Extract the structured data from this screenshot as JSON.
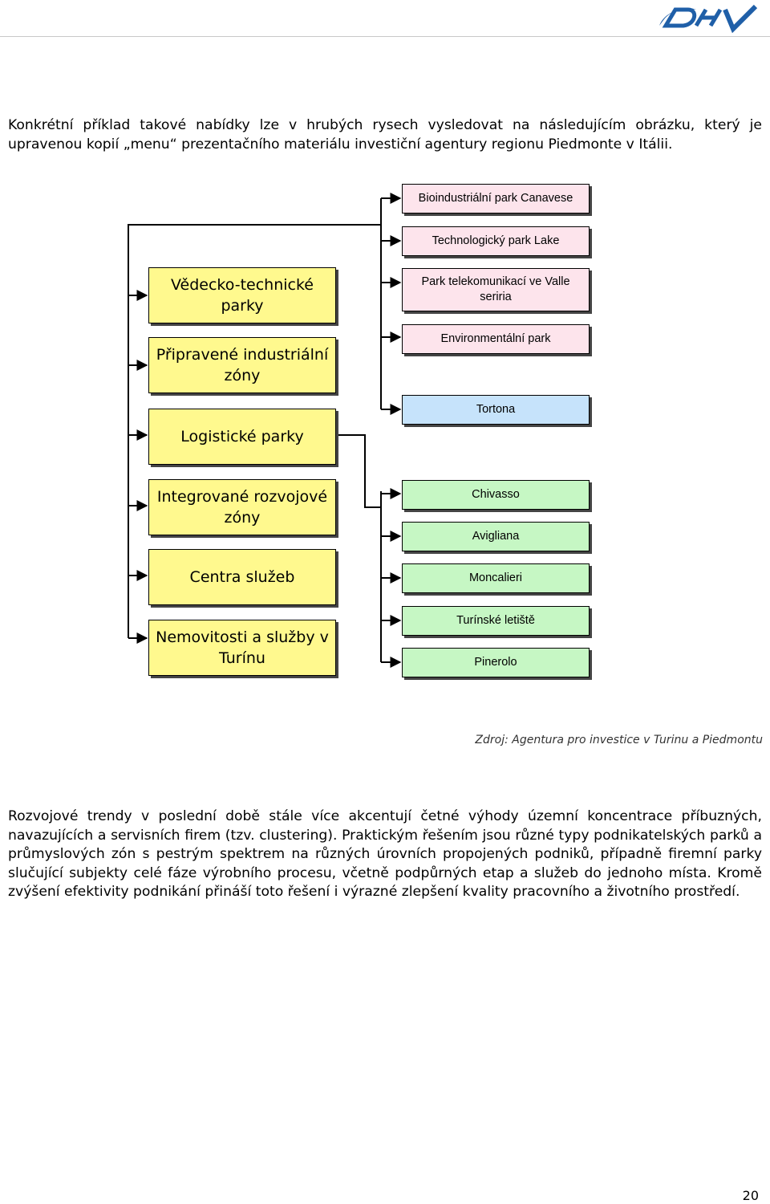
{
  "header": {
    "logo_text": "DHV"
  },
  "intro_paragraph": "Konkrétní příklad takové nabídky lze v hrubých rysech vysledovat na následujícím obrázku, který je upravenou kopií „menu“ prezentačního materiálu investiční agentury regionu Piedmonte v Itálii.",
  "diagram": {
    "left_boxes": [
      "Vědecko-technické parky",
      "Připravené industriální zóny",
      "Logistické parky",
      "Integrované rozvojové zóny",
      "Centra služeb",
      "Nemovitosti a služby v Turínu"
    ],
    "right_boxes": [
      "Bioindustriální park Canavese",
      "Technologický park Lake",
      "Park telekomunikací ve Valle seriria",
      "Environmentální park",
      "Tortona",
      "Chivasso",
      "Avigliana",
      "Moncalieri",
      "Turínské letiště",
      "Pinerolo"
    ],
    "colors": {
      "left_fill": "#fff98e",
      "pink_fill": "#fde4ec",
      "blue_fill": "#c6e3fb",
      "green_fill": "#c6f7c4"
    }
  },
  "source_note": "Zdroj: Agentura pro investice v Turinu a Piedmontu",
  "body_paragraph": "Rozvojové trendy v poslední době stále více akcentují četné výhody územní koncentrace příbuzných, navazujících a servisních firem (tzv. clustering). Praktickým řešením jsou různé typy podnikatelských parků a průmyslových zón s pestrým spektrem na různých úrovních propojených podniků, případně firemní parky slučující subjekty celé fáze výrobního procesu, včetně podpůrných etap a služeb do jednoho místa. Kromě zvýšení efektivity podnikání přináší toto řešení i výrazné zlepšení kvality pracovního a životního prostředí.",
  "page_number": "20"
}
